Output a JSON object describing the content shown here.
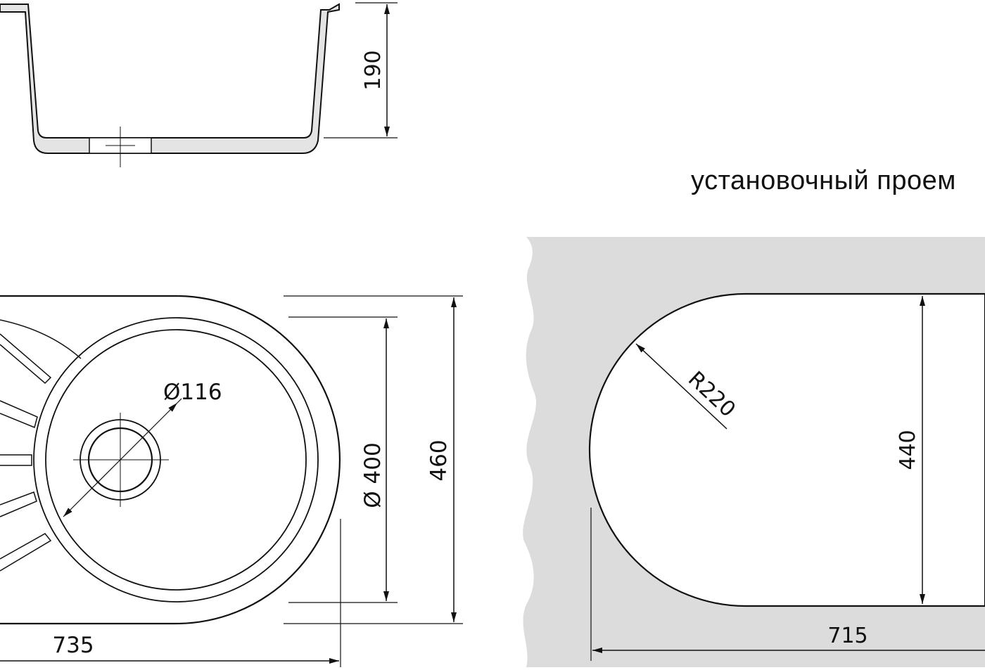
{
  "title": "установочный проем",
  "dimensions": {
    "depth": "190",
    "drain_diameter": "Ø116",
    "bowl_diameter": "Ø 400",
    "sink_width": "460",
    "sink_length": "735",
    "cutout_radius": "R220",
    "cutout_width": "440",
    "cutout_length": "715"
  },
  "colors": {
    "line": "#111111",
    "wall_fill": "#e4e4e4",
    "counter_fill": "#dcdcdc"
  }
}
